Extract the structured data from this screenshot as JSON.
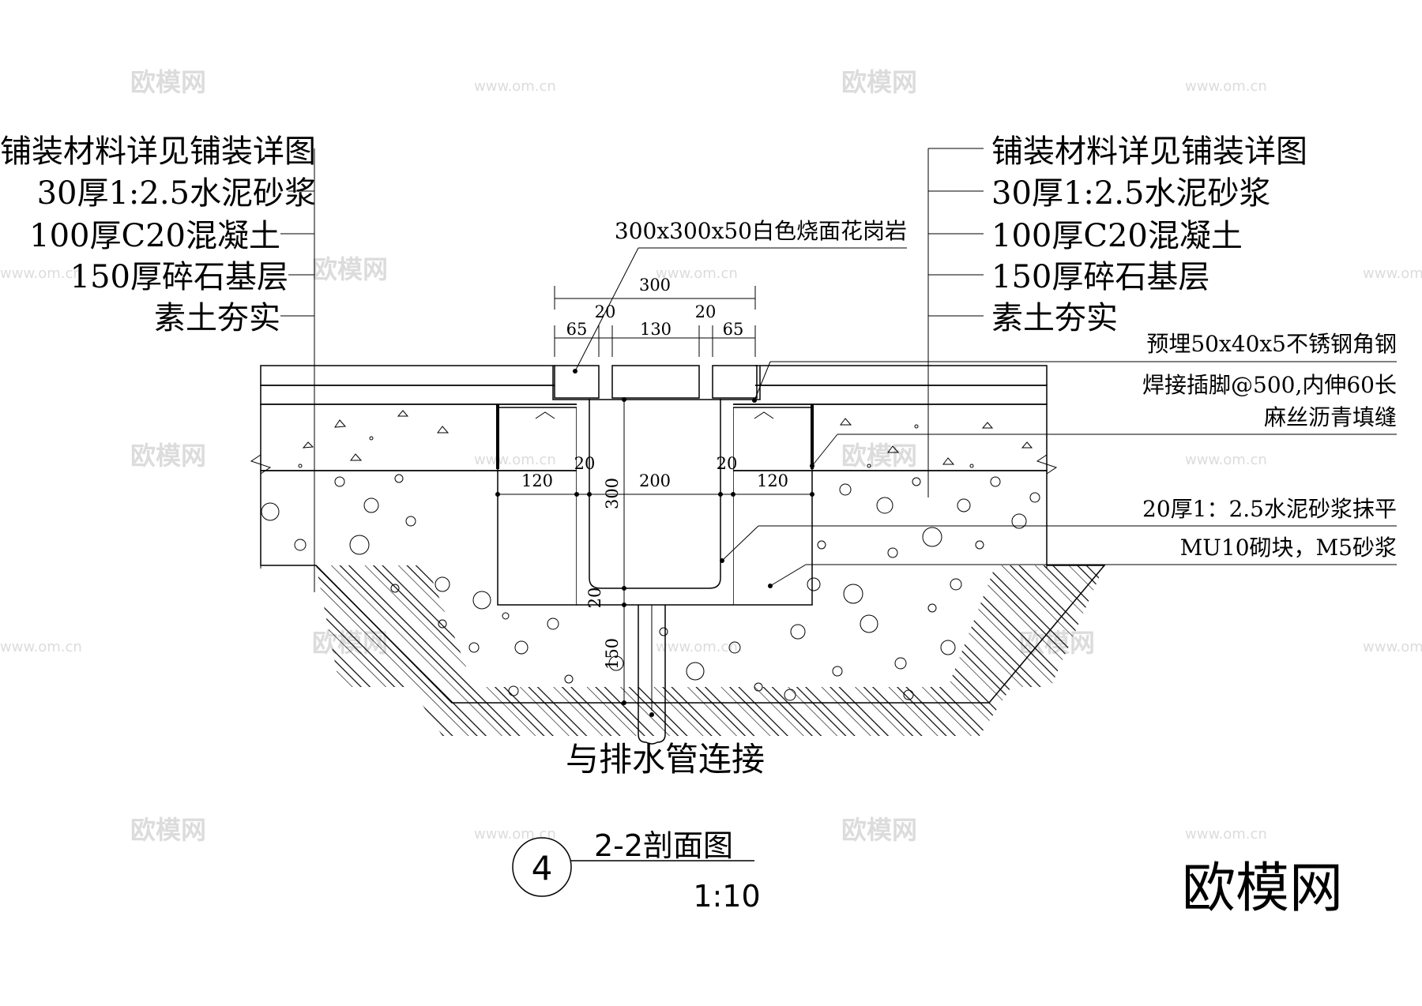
{
  "left_layers": [
    "铺装材料详见铺装详图",
    "30厚1:2.5水泥砂浆",
    "100厚C20混凝土",
    "150厚碎石基层",
    "素土夯实"
  ],
  "right_layers": [
    "铺装材料详见铺装详图",
    "30厚1:2.5水泥砂浆",
    "100厚C20混凝土",
    "150厚碎石基层",
    "素土夯实"
  ],
  "cover_note": "300x300x50白色烧面花岗岩",
  "right_notes": [
    "预埋50x40x5不锈钢角钢",
    "焊接插脚@500,内伸60长",
    "麻丝沥青填缝",
    "20厚1：2.5水泥砂浆抹平",
    "MU10砌块，M5砂浆"
  ],
  "dims": {
    "top_total": "300",
    "top_65_left": "65",
    "top_20_left": "20",
    "top_130": "130",
    "top_20_right": "20",
    "top_65_right": "65",
    "mid_120_left": "120",
    "mid_20_left": "20",
    "mid_200": "200",
    "mid_20_right": "20",
    "mid_120_right": "120",
    "depth_300": "300",
    "bottom_20": "20",
    "bottom_150": "150"
  },
  "pipe_note": "与排水管连接",
  "title": {
    "number": "4",
    "name": "2-2剖面图",
    "scale": "1:10"
  },
  "watermark": {
    "brand": "欧模网",
    "url": "www.om.cn"
  }
}
